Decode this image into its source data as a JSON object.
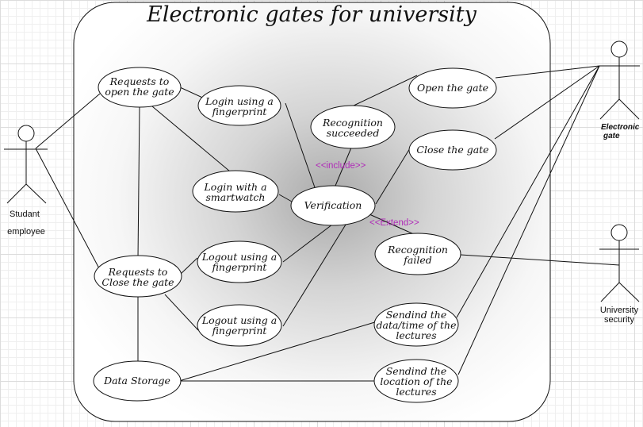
{
  "title": "Electronic gates for university",
  "actors": {
    "student": {
      "line1": "Studant",
      "line2": "employee"
    },
    "gate": {
      "line1": "Electronic",
      "line2": "gate"
    },
    "security": {
      "line1": "University",
      "line2": "security"
    }
  },
  "use_cases": {
    "request_open": [
      "Requests to",
      "open the gate"
    ],
    "login_fingerprint": [
      "Login using a",
      "fingerprint"
    ],
    "recognition_succeeded": [
      "Recognition",
      "succeeded"
    ],
    "open_gate": [
      "Open the gate"
    ],
    "close_gate": [
      "Close the gate"
    ],
    "login_smartwatch": [
      "Login with a",
      "smartwatch"
    ],
    "verification": [
      "Verification"
    ],
    "recognition_failed": [
      "Recognition",
      "failed"
    ],
    "request_close": [
      "Requests to",
      "Close the gate"
    ],
    "logout_fingerprint_1": [
      "Logout using a",
      "fingerprint"
    ],
    "logout_fingerprint_2": [
      "Logout using a",
      "fingerprint"
    ],
    "send_time": [
      "Sendind the",
      "data/time of the",
      "lectures"
    ],
    "data_storage": [
      "Data Storage"
    ],
    "send_location": [
      "Sendind the",
      "location of the",
      "lectures"
    ]
  },
  "stereotypes": {
    "include": "<<include>>",
    "extend": "<<Extend>>"
  }
}
